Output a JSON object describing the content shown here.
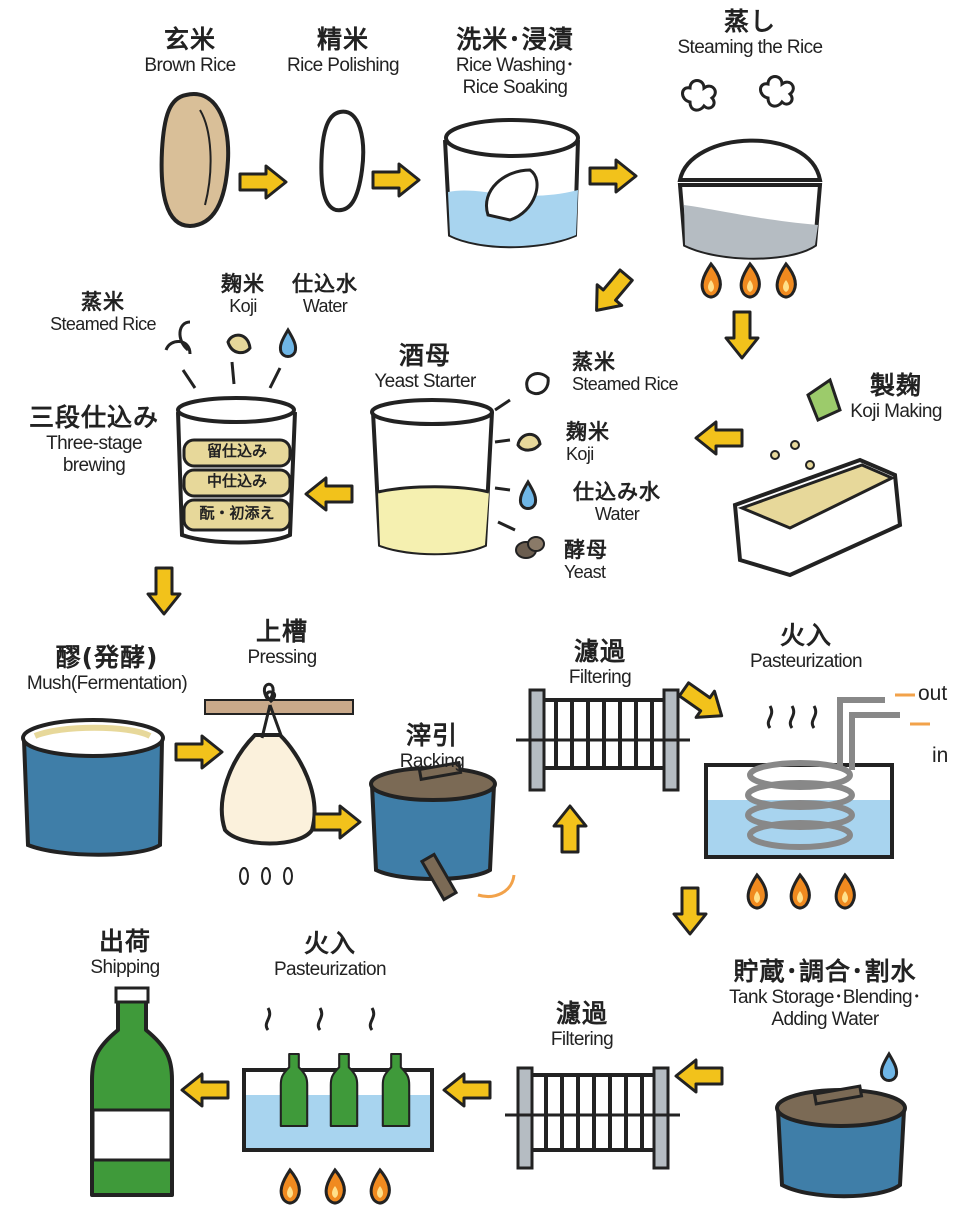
{
  "steps": {
    "brown_rice": {
      "jp": "玄米",
      "en": "Brown Rice"
    },
    "polishing": {
      "jp": "精米",
      "en": "Rice Polishing"
    },
    "washing": {
      "jp": "洗米･浸漬",
      "en1": "Rice Washing･",
      "en2": "Rice Soaking"
    },
    "steaming": {
      "jp": "蒸し",
      "en": "Steaming the Rice"
    },
    "koji_making": {
      "jp": "製麹",
      "en": "Koji Making"
    },
    "yeast_starter": {
      "jp": "酒母",
      "en": "Yeast Starter"
    },
    "three_stage": {
      "jp": "三段仕込み",
      "en1": "Three-stage",
      "en2": "brewing"
    },
    "mush": {
      "jp": "醪(発酵)",
      "en": "Mush(Fermentation)"
    },
    "pressing": {
      "jp": "上槽",
      "en": "Pressing"
    },
    "racking": {
      "jp": "滓引",
      "en": "Racking"
    },
    "filtering1": {
      "jp": "濾過",
      "en": "Filtering"
    },
    "pasteurization1": {
      "jp": "火入",
      "en": "Pasteurization"
    },
    "storage": {
      "jp": "貯蔵･調合･割水",
      "en1": "Tank Storage･Blending･",
      "en2": "Adding Water"
    },
    "filtering2": {
      "jp": "濾過",
      "en": "Filtering"
    },
    "pasteurization2": {
      "jp": "火入",
      "en": "Pasteurization"
    },
    "shipping": {
      "jp": "出荷",
      "en": "Shipping"
    }
  },
  "ingredients_three_stage": [
    {
      "jp": "蒸米",
      "en": "Steamed Rice"
    },
    {
      "jp": "麹米",
      "en": "Koji"
    },
    {
      "jp": "仕込水",
      "en": "Water"
    }
  ],
  "ingredients_yeast_starter": [
    {
      "jp": "蒸米",
      "en": "Steamed Rice"
    },
    {
      "jp": "麹米",
      "en": "Koji"
    },
    {
      "jp": "仕込み水",
      "en": "Water"
    },
    {
      "jp": "酵母",
      "en": "Yeast"
    }
  ],
  "tank_layers": [
    "留仕込み",
    "中仕込み",
    "酛・初添え"
  ],
  "coil_labels": {
    "out": "out",
    "in": "in"
  },
  "colors": {
    "arrow": "#f2c21b",
    "water": "#a8d4ef",
    "tank": "#3f7ea8",
    "lid": "#7b6a55",
    "bottle": "#3f9a3a",
    "flame": "#f08a1f",
    "mash": "#e7d89a",
    "outline": "#222222"
  }
}
